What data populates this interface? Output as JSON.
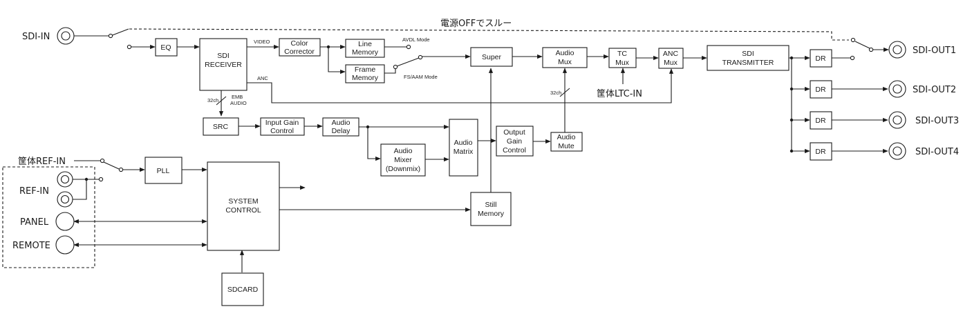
{
  "labels": {
    "bypass": "電源OFFでスルー",
    "sdi_in": "SDI-IN",
    "sdi_out1": "SDI-OUT1",
    "sdi_out2": "SDI-OUT2",
    "sdi_out3": "SDI-OUT3",
    "sdi_out4": "SDI-OUT4",
    "ltc_in": "筐体LTC-IN",
    "ref_in_chassis": "筐体REF-IN",
    "ref_in": "REF-IN",
    "panel": "PANEL",
    "remote": "REMOTE"
  },
  "blocks": {
    "eq": "EQ",
    "sdi_receiver": [
      "SDI",
      "RECEIVER"
    ],
    "color_corrector": [
      "Color",
      "Corrector"
    ],
    "line_memory": [
      "Line",
      "Memory"
    ],
    "frame_memory": [
      "Frame",
      "Memory"
    ],
    "super": "Super",
    "audio_mux": [
      "Audio",
      "Mux"
    ],
    "tc_mux": [
      "TC",
      "Mux"
    ],
    "anc_mux": [
      "ANC",
      "Mux"
    ],
    "sdi_transmitter": [
      "SDI",
      "TRANSMITTER"
    ],
    "dr": "DR",
    "src": "SRC",
    "input_gain": [
      "Input Gain",
      "Control"
    ],
    "audio_delay": [
      "Audio",
      "Delay"
    ],
    "audio_mixer": [
      "Audio",
      "Mixer",
      "(Downmix)"
    ],
    "audio_matrix": [
      "Audio",
      "Matrix"
    ],
    "output_gain": [
      "Output",
      "Gain",
      "Control"
    ],
    "audio_mute": [
      "Audio",
      "Mute"
    ],
    "pll": "PLL",
    "system_control": [
      "SYSTEM",
      "CONTROL"
    ],
    "still_memory": [
      "Still",
      "Memory"
    ],
    "sdcard": "SDCARD"
  },
  "small_labels": {
    "video": "VIDEO",
    "anc": "ANC",
    "ch32": "32ch",
    "emb_audio": [
      "EMB",
      "AUDIO"
    ],
    "avdl_mode": "AVDL Mode",
    "fs_aam_mode": "FS/AAM Mode"
  }
}
